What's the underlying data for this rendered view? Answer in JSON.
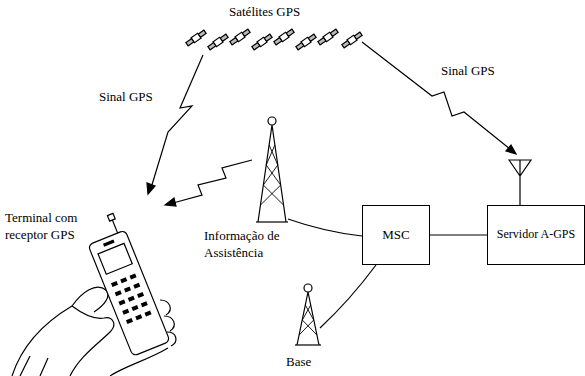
{
  "diagram": {
    "nodes": [
      {
        "text": [
          "MSC"
        ]
      },
      {
        "text": [
          "Servidor A-GPS"
        ]
      }
    ],
    "edges": [
      {
        "from": 0,
        "to": 1,
        "arrow": "none"
      }
    ],
    "labels": [
      "Satélites GPS",
      "Sinal GPS",
      "Sinal GPS",
      "Informação de Assistência",
      "Terminal com receptor GPS",
      "Base"
    ]
  }
}
